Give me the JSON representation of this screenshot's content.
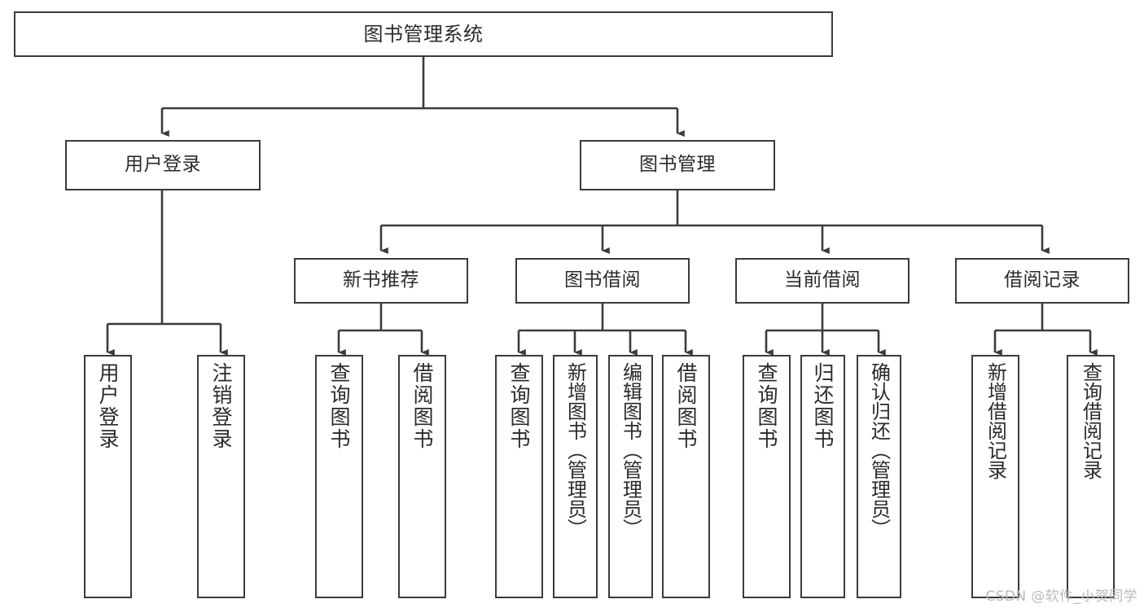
{
  "diagram": {
    "title": "图书管理系统",
    "type": "tree-hierarchy",
    "stroke_color": "#3b3b3d",
    "text_color": "#2b2b2d",
    "background_color": "#ffffff",
    "watermark": "CSDN @软件_小贺同学",
    "nodes": {
      "root": {
        "label": "图书管理系统"
      },
      "level1": [
        {
          "id": "user-login",
          "label": "用户登录"
        },
        {
          "id": "book-manage",
          "label": "图书管理"
        }
      ],
      "level2": [
        {
          "id": "new-book-recommend",
          "label": "新书推荐"
        },
        {
          "id": "book-borrow",
          "label": "图书借阅"
        },
        {
          "id": "current-borrow",
          "label": "当前借阅"
        },
        {
          "id": "borrow-record",
          "label": "借阅记录"
        }
      ],
      "leaves": [
        {
          "id": "leaf-user-login",
          "label": "用户登录",
          "parent": "user-login"
        },
        {
          "id": "leaf-logout-login",
          "label": "注销登录",
          "parent": "user-login"
        },
        {
          "id": "leaf-query-book-1",
          "label": "查询图书",
          "parent": "new-book-recommend"
        },
        {
          "id": "leaf-borrow-book-1",
          "label": "借阅图书",
          "parent": "new-book-recommend"
        },
        {
          "id": "leaf-query-book-2",
          "label": "查询图书",
          "parent": "book-borrow"
        },
        {
          "id": "leaf-add-book",
          "label": "新增图书（管理员）",
          "parent": "book-borrow"
        },
        {
          "id": "leaf-edit-book",
          "label": "编辑图书（管理员）",
          "parent": "book-borrow"
        },
        {
          "id": "leaf-borrow-book-2",
          "label": "借阅图书",
          "parent": "book-borrow"
        },
        {
          "id": "leaf-query-book-3",
          "label": "查询图书",
          "parent": "current-borrow"
        },
        {
          "id": "leaf-return-book",
          "label": "归还图书",
          "parent": "current-borrow"
        },
        {
          "id": "leaf-confirm-return",
          "label": "确认归还（管理员）",
          "parent": "current-borrow"
        },
        {
          "id": "leaf-add-record",
          "label": "新增借阅记录",
          "parent": "borrow-record"
        },
        {
          "id": "leaf-query-record",
          "label": "查询借阅记录",
          "parent": "borrow-record"
        }
      ]
    }
  }
}
